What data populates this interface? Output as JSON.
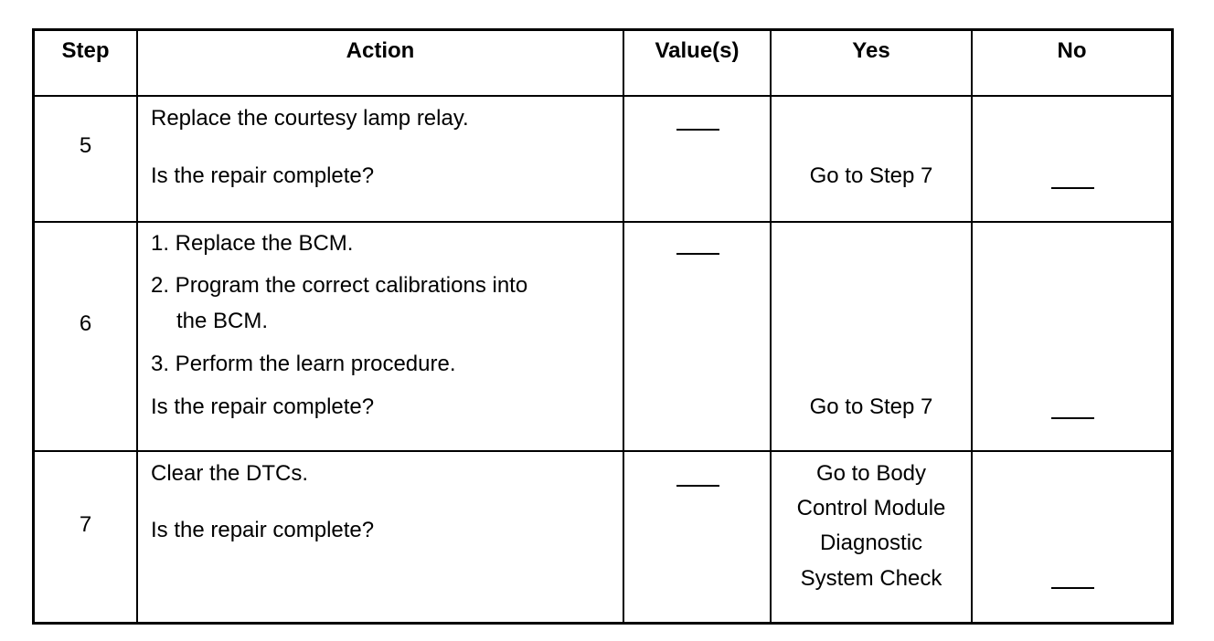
{
  "headers": {
    "step": "Step",
    "action": "Action",
    "values": "Value(s)",
    "yes": "Yes",
    "no": "No"
  },
  "rows": [
    {
      "step": "5",
      "action_lines": [
        "Replace the courtesy lamp relay.",
        "Is the repair complete?"
      ],
      "values": "—",
      "yes": "Go to Step 7",
      "no": "—"
    },
    {
      "step": "6",
      "action_lines": [
        "1. Replace the BCM.",
        "2. Program the correct calibrations into",
        "the BCM.",
        "3. Perform the learn procedure.",
        "Is the repair complete?"
      ],
      "values": "—",
      "yes": "Go to Step 7",
      "no": "—"
    },
    {
      "step": "7",
      "action_lines": [
        "Clear the DTCs.",
        "Is the repair complete?"
      ],
      "values": "—",
      "yes_lines": [
        "Go to Body",
        "Control Module",
        "Diagnostic",
        "System Check"
      ],
      "no": "—"
    }
  ]
}
